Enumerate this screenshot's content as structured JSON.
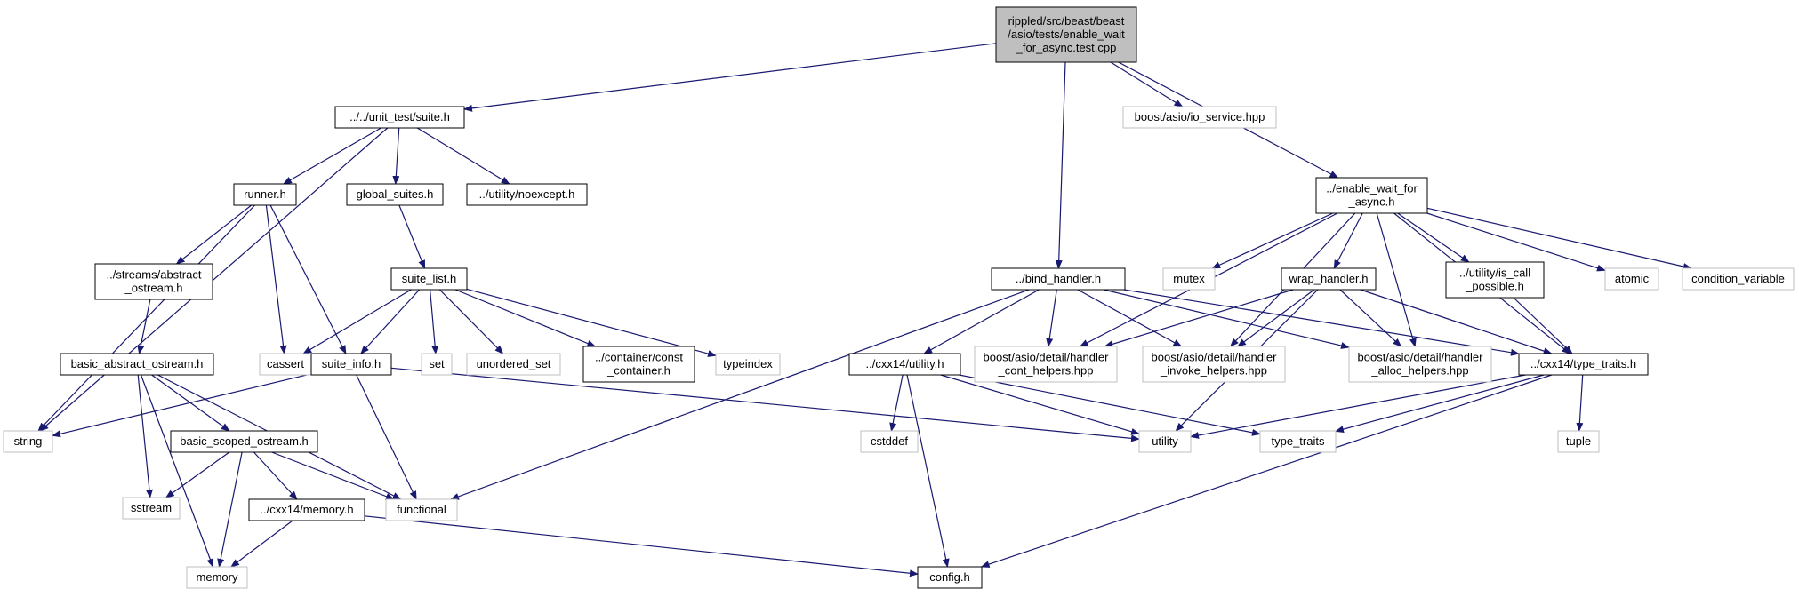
{
  "colors": {
    "edge": "#191970",
    "root_fill": "#bfbfbf",
    "root_border": "#000000",
    "documented_border": "#000000",
    "external_border": "#bfbfbf",
    "external_text": "#444444"
  },
  "nodes": [
    {
      "id": "root",
      "lines": [
        "rippled/src/beast/beast",
        "/asio/tests/enable_wait",
        "_for_async.test.cpp"
      ],
      "kind": "root"
    },
    {
      "id": "suite_h",
      "lines": [
        "../../unit_test/suite.h"
      ],
      "kind": "documented"
    },
    {
      "id": "io_service",
      "lines": [
        "boost/asio/io_service.hpp"
      ],
      "kind": "external"
    },
    {
      "id": "enable_wait",
      "lines": [
        "../enable_wait_for",
        "_async.h"
      ],
      "kind": "documented"
    },
    {
      "id": "runner_h",
      "lines": [
        "runner.h"
      ],
      "kind": "documented"
    },
    {
      "id": "global_suites",
      "lines": [
        "global_suites.h"
      ],
      "kind": "documented"
    },
    {
      "id": "noexcept",
      "lines": [
        "../utility/noexcept.h"
      ],
      "kind": "documented"
    },
    {
      "id": "bind_handler",
      "lines": [
        "../bind_handler.h"
      ],
      "kind": "documented"
    },
    {
      "id": "mutex",
      "lines": [
        "mutex"
      ],
      "kind": "external"
    },
    {
      "id": "wrap_handler",
      "lines": [
        "wrap_handler.h"
      ],
      "kind": "documented"
    },
    {
      "id": "is_call",
      "lines": [
        "../utility/is_call",
        "_possible.h"
      ],
      "kind": "documented"
    },
    {
      "id": "atomic",
      "lines": [
        "atomic"
      ],
      "kind": "external"
    },
    {
      "id": "cond_var",
      "lines": [
        "condition_variable"
      ],
      "kind": "external"
    },
    {
      "id": "abstract_ostream",
      "lines": [
        "../streams/abstract",
        "_ostream.h"
      ],
      "kind": "documented"
    },
    {
      "id": "suite_list",
      "lines": [
        "suite_list.h"
      ],
      "kind": "documented"
    },
    {
      "id": "basic_abstract",
      "lines": [
        "basic_abstract_ostream.h"
      ],
      "kind": "documented"
    },
    {
      "id": "cassert",
      "lines": [
        "cassert"
      ],
      "kind": "external"
    },
    {
      "id": "suite_info",
      "lines": [
        "suite_info.h"
      ],
      "kind": "documented"
    },
    {
      "id": "set",
      "lines": [
        "set"
      ],
      "kind": "external"
    },
    {
      "id": "unordered_set",
      "lines": [
        "unordered_set"
      ],
      "kind": "external"
    },
    {
      "id": "const_container",
      "lines": [
        "../container/const",
        "_container.h"
      ],
      "kind": "documented"
    },
    {
      "id": "typeindex",
      "lines": [
        "typeindex"
      ],
      "kind": "external"
    },
    {
      "id": "cxx14_utility",
      "lines": [
        "../cxx14/utility.h"
      ],
      "kind": "documented"
    },
    {
      "id": "cont_helpers",
      "lines": [
        "boost/asio/detail/handler",
        "_cont_helpers.hpp"
      ],
      "kind": "external"
    },
    {
      "id": "invoke_helpers",
      "lines": [
        "boost/asio/detail/handler",
        "_invoke_helpers.hpp"
      ],
      "kind": "external"
    },
    {
      "id": "alloc_helpers",
      "lines": [
        "boost/asio/detail/handler",
        "_alloc_helpers.hpp"
      ],
      "kind": "external"
    },
    {
      "id": "type_traits_h",
      "lines": [
        "../cxx14/type_traits.h"
      ],
      "kind": "documented"
    },
    {
      "id": "string",
      "lines": [
        "string"
      ],
      "kind": "external"
    },
    {
      "id": "basic_scoped",
      "lines": [
        "basic_scoped_ostream.h"
      ],
      "kind": "documented"
    },
    {
      "id": "cstddef",
      "lines": [
        "cstddef"
      ],
      "kind": "external"
    },
    {
      "id": "utility",
      "lines": [
        "utility"
      ],
      "kind": "external"
    },
    {
      "id": "type_traits",
      "lines": [
        "type_traits"
      ],
      "kind": "external"
    },
    {
      "id": "tuple",
      "lines": [
        "tuple"
      ],
      "kind": "external"
    },
    {
      "id": "sstream",
      "lines": [
        "sstream"
      ],
      "kind": "external"
    },
    {
      "id": "functional",
      "lines": [
        "functional"
      ],
      "kind": "external"
    },
    {
      "id": "cxx14_memory",
      "lines": [
        "../cxx14/memory.h"
      ],
      "kind": "documented"
    },
    {
      "id": "memory",
      "lines": [
        "memory"
      ],
      "kind": "external"
    },
    {
      "id": "config",
      "lines": [
        "config.h"
      ],
      "kind": "documented"
    }
  ],
  "edges": [
    [
      "root",
      "suite_h"
    ],
    [
      "root",
      "io_service"
    ],
    [
      "root",
      "bind_handler"
    ],
    [
      "root",
      "enable_wait"
    ],
    [
      "suite_h",
      "string"
    ],
    [
      "suite_h",
      "runner_h"
    ],
    [
      "suite_h",
      "global_suites"
    ],
    [
      "suite_h",
      "noexcept"
    ],
    [
      "runner_h",
      "abstract_ostream"
    ],
    [
      "runner_h",
      "cassert"
    ],
    [
      "runner_h",
      "suite_info"
    ],
    [
      "runner_h",
      "string"
    ],
    [
      "abstract_ostream",
      "basic_abstract"
    ],
    [
      "basic_abstract",
      "memory"
    ],
    [
      "basic_abstract",
      "sstream"
    ],
    [
      "basic_abstract",
      "basic_scoped"
    ],
    [
      "basic_abstract",
      "functional"
    ],
    [
      "basic_scoped",
      "sstream"
    ],
    [
      "basic_scoped",
      "memory"
    ],
    [
      "basic_scoped",
      "cxx14_memory"
    ],
    [
      "basic_scoped",
      "functional"
    ],
    [
      "cxx14_memory",
      "memory"
    ],
    [
      "cxx14_memory",
      "config"
    ],
    [
      "global_suites",
      "suite_list"
    ],
    [
      "suite_list",
      "cassert"
    ],
    [
      "suite_list",
      "suite_info"
    ],
    [
      "suite_list",
      "set"
    ],
    [
      "suite_list",
      "unordered_set"
    ],
    [
      "suite_list",
      "const_container"
    ],
    [
      "suite_list",
      "typeindex"
    ],
    [
      "suite_info",
      "string"
    ],
    [
      "suite_info",
      "functional"
    ],
    [
      "suite_info",
      "utility"
    ],
    [
      "bind_handler",
      "functional"
    ],
    [
      "bind_handler",
      "cxx14_utility"
    ],
    [
      "bind_handler",
      "cont_helpers"
    ],
    [
      "bind_handler",
      "invoke_helpers"
    ],
    [
      "bind_handler",
      "alloc_helpers"
    ],
    [
      "bind_handler",
      "type_traits_h"
    ],
    [
      "cxx14_utility",
      "cstddef"
    ],
    [
      "cxx14_utility",
      "config"
    ],
    [
      "cxx14_utility",
      "utility"
    ],
    [
      "cxx14_utility",
      "type_traits"
    ],
    [
      "enable_wait",
      "cont_helpers"
    ],
    [
      "enable_wait",
      "mutex"
    ],
    [
      "enable_wait",
      "invoke_helpers"
    ],
    [
      "enable_wait",
      "wrap_handler"
    ],
    [
      "enable_wait",
      "alloc_helpers"
    ],
    [
      "enable_wait",
      "is_call"
    ],
    [
      "enable_wait",
      "type_traits_h"
    ],
    [
      "enable_wait",
      "atomic"
    ],
    [
      "enable_wait",
      "cond_var"
    ],
    [
      "wrap_handler",
      "cont_helpers"
    ],
    [
      "wrap_handler",
      "invoke_helpers"
    ],
    [
      "wrap_handler",
      "alloc_helpers"
    ],
    [
      "wrap_handler",
      "utility"
    ],
    [
      "wrap_handler",
      "type_traits_h"
    ],
    [
      "is_call",
      "type_traits_h"
    ],
    [
      "type_traits_h",
      "utility"
    ],
    [
      "type_traits_h",
      "type_traits"
    ],
    [
      "type_traits_h",
      "tuple"
    ],
    [
      "type_traits_h",
      "config"
    ]
  ]
}
